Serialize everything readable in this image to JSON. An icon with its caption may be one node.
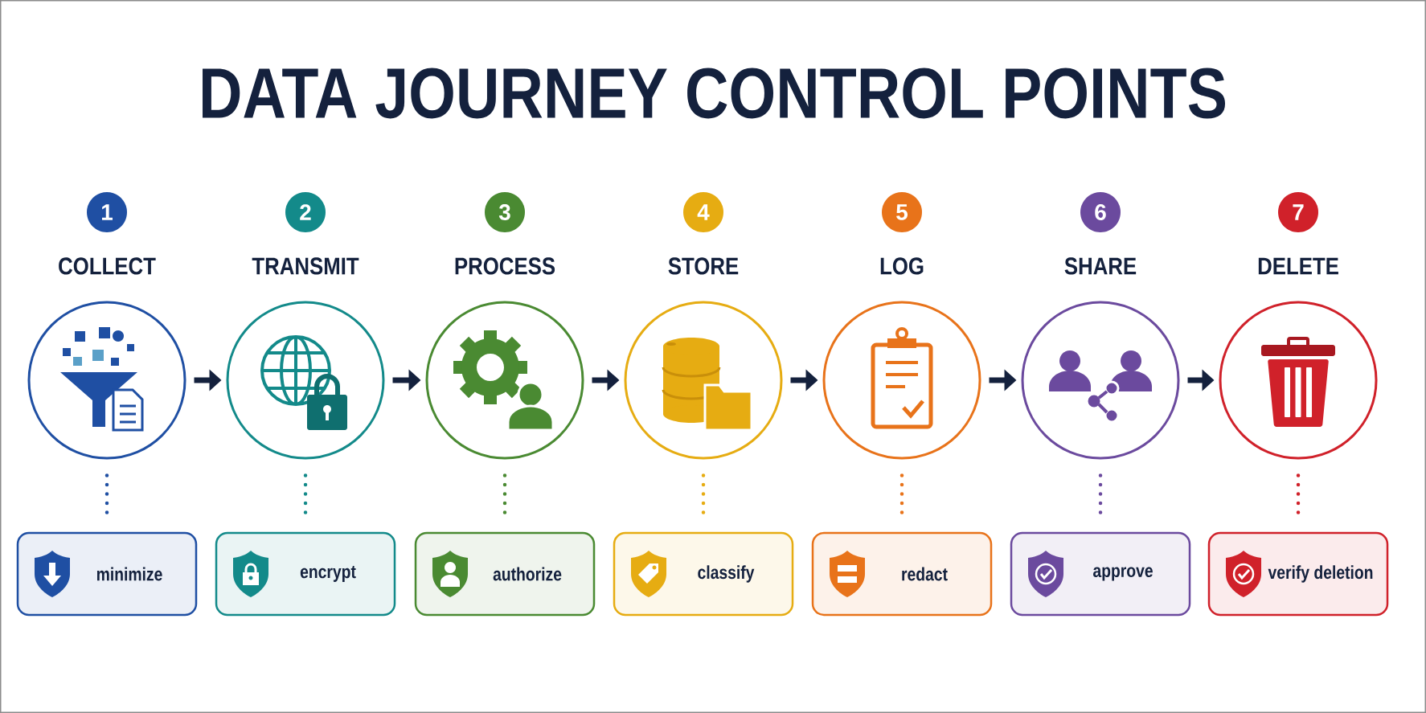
{
  "diagram": {
    "title": "DATA JOURNEY CONTROL POINTS",
    "nodes": [
      {
        "text": [
          "1"
        ]
      },
      {
        "text": [],
        "shape": "circle",
        "beside": [
          "COLLECT"
        ]
      },
      {
        "text": [
          "minimize"
        ]
      },
      {
        "text": [
          "2"
        ]
      },
      {
        "text": [],
        "shape": "circle",
        "beside": [
          "TRANSMIT"
        ]
      },
      {
        "text": [
          "encrypt"
        ]
      },
      {
        "text": [
          "3"
        ]
      },
      {
        "text": [],
        "shape": "circle",
        "beside": [
          "PROCESS"
        ]
      },
      {
        "text": [
          "authorize"
        ]
      },
      {
        "text": [
          "4"
        ]
      },
      {
        "text": [],
        "shape": "circle",
        "beside": [
          "STORE"
        ]
      },
      {
        "text": [
          "classify"
        ]
      },
      {
        "text": [
          "5"
        ]
      },
      {
        "text": [],
        "shape": "circle",
        "beside": [
          "LOG"
        ]
      },
      {
        "text": [
          "redact"
        ]
      },
      {
        "text": [
          "6"
        ]
      },
      {
        "text": [],
        "shape": "circle",
        "beside": [
          "SHARE"
        ]
      },
      {
        "text": [
          "approve"
        ]
      },
      {
        "text": [
          "7"
        ]
      },
      {
        "text": [],
        "shape": "circle",
        "beside": [
          "DELETE"
        ]
      },
      {
        "text": [
          "verify deletion"
        ]
      }
    ],
    "edges": [
      {
        "from": 1,
        "to": 4,
        "arrow": "to"
      },
      {
        "from": 4,
        "to": 7,
        "arrow": "to"
      },
      {
        "from": 7,
        "to": 10,
        "arrow": "to"
      },
      {
        "from": 10,
        "to": 13,
        "arrow": "to"
      },
      {
        "from": 13,
        "to": 16,
        "arrow": "to"
      },
      {
        "from": 16,
        "to": 19,
        "arrow": "to"
      },
      {
        "from": 1,
        "to": 2,
        "arrow": "none",
        "style": "dashed",
        "color": "#1f4fa3"
      },
      {
        "from": 4,
        "to": 5,
        "arrow": "none",
        "style": "dashed",
        "color": "#138a8a"
      },
      {
        "from": 7,
        "to": 8,
        "arrow": "none",
        "style": "dashed",
        "color": "#4a8a32"
      },
      {
        "from": 10,
        "to": 11,
        "arrow": "none",
        "style": "dashed",
        "color": "#e6ac12"
      },
      {
        "from": 13,
        "to": 14,
        "arrow": "none",
        "style": "dashed",
        "color": "#e8731a"
      },
      {
        "from": 16,
        "to": 17,
        "arrow": "none",
        "style": "dashed",
        "color": "#6b4a9e"
      },
      {
        "from": 19,
        "to": 20,
        "arrow": "none",
        "style": "dashed",
        "color": "#d0212a"
      }
    ]
  }
}
